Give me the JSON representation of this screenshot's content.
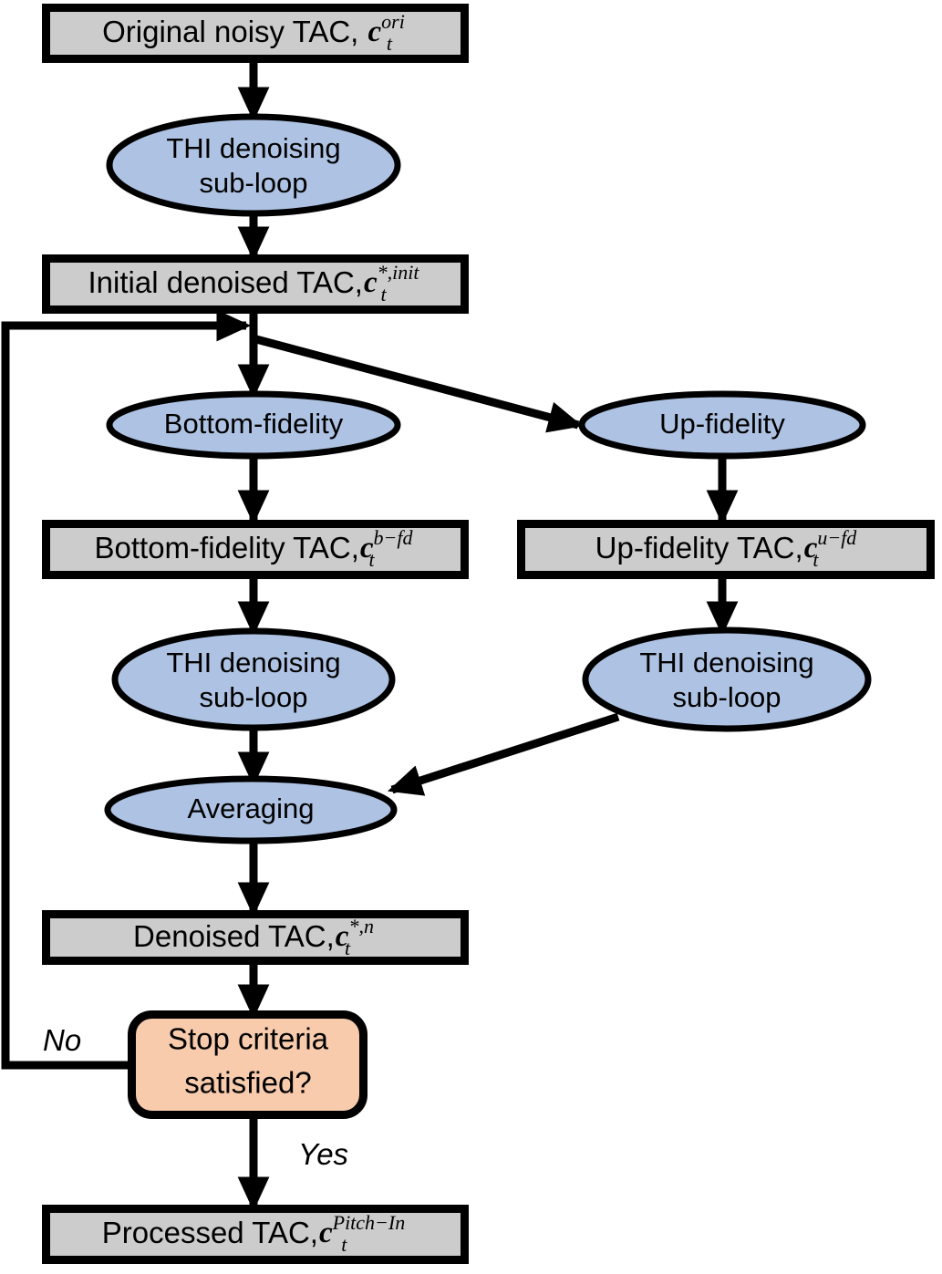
{
  "diagram": {
    "title": "THI denoising iterative pipeline flowchart",
    "colors": {
      "process_fill": "#cccccc",
      "operation_fill": "#aec3e3",
      "decision_fill": "#f7cbac",
      "stroke": "#000000",
      "background": "#ffffff"
    },
    "nodes": {
      "original_tac": {
        "shape": "rect",
        "text": "Original noisy TAC, ",
        "symbol": "c",
        "superscript": "ori",
        "subscript": "t"
      },
      "thi_top": {
        "shape": "ellipse",
        "line1": "THI denoising",
        "line2": "sub-loop"
      },
      "initial_tac": {
        "shape": "rect",
        "text": "Initial denoised TAC,",
        "symbol": "c",
        "superscript": "*,init",
        "subscript": "t"
      },
      "bottom_fidelity_op": {
        "shape": "ellipse",
        "line1": "Bottom-fidelity"
      },
      "up_fidelity_op": {
        "shape": "ellipse",
        "line1": "Up-fidelity"
      },
      "bottom_fidelity_tac": {
        "shape": "rect",
        "text": "Bottom-fidelity TAC,",
        "symbol": "c",
        "superscript": "b−fd",
        "subscript": "t"
      },
      "up_fidelity_tac": {
        "shape": "rect",
        "text": "Up-fidelity TAC,",
        "symbol": "c",
        "superscript": "u−fd",
        "subscript": "t"
      },
      "thi_left": {
        "shape": "ellipse",
        "line1": "THI denoising",
        "line2": "sub-loop"
      },
      "thi_right": {
        "shape": "ellipse",
        "line1": "THI denoising",
        "line2": "sub-loop"
      },
      "averaging": {
        "shape": "ellipse",
        "line1": "Averaging"
      },
      "denoised_tac": {
        "shape": "rect",
        "text": "Denoised TAC,",
        "symbol": "c",
        "superscript": "*,n",
        "subscript": "t"
      },
      "stop_criteria": {
        "shape": "rounded-rect",
        "line1": "Stop criteria",
        "line2": "satisfied?"
      },
      "processed_tac": {
        "shape": "rect",
        "text": "Processed TAC,",
        "symbol": "c",
        "superscript": "Pitch−In",
        "subscript": "t"
      }
    },
    "edge_labels": {
      "no": "No",
      "yes": "Yes"
    }
  }
}
